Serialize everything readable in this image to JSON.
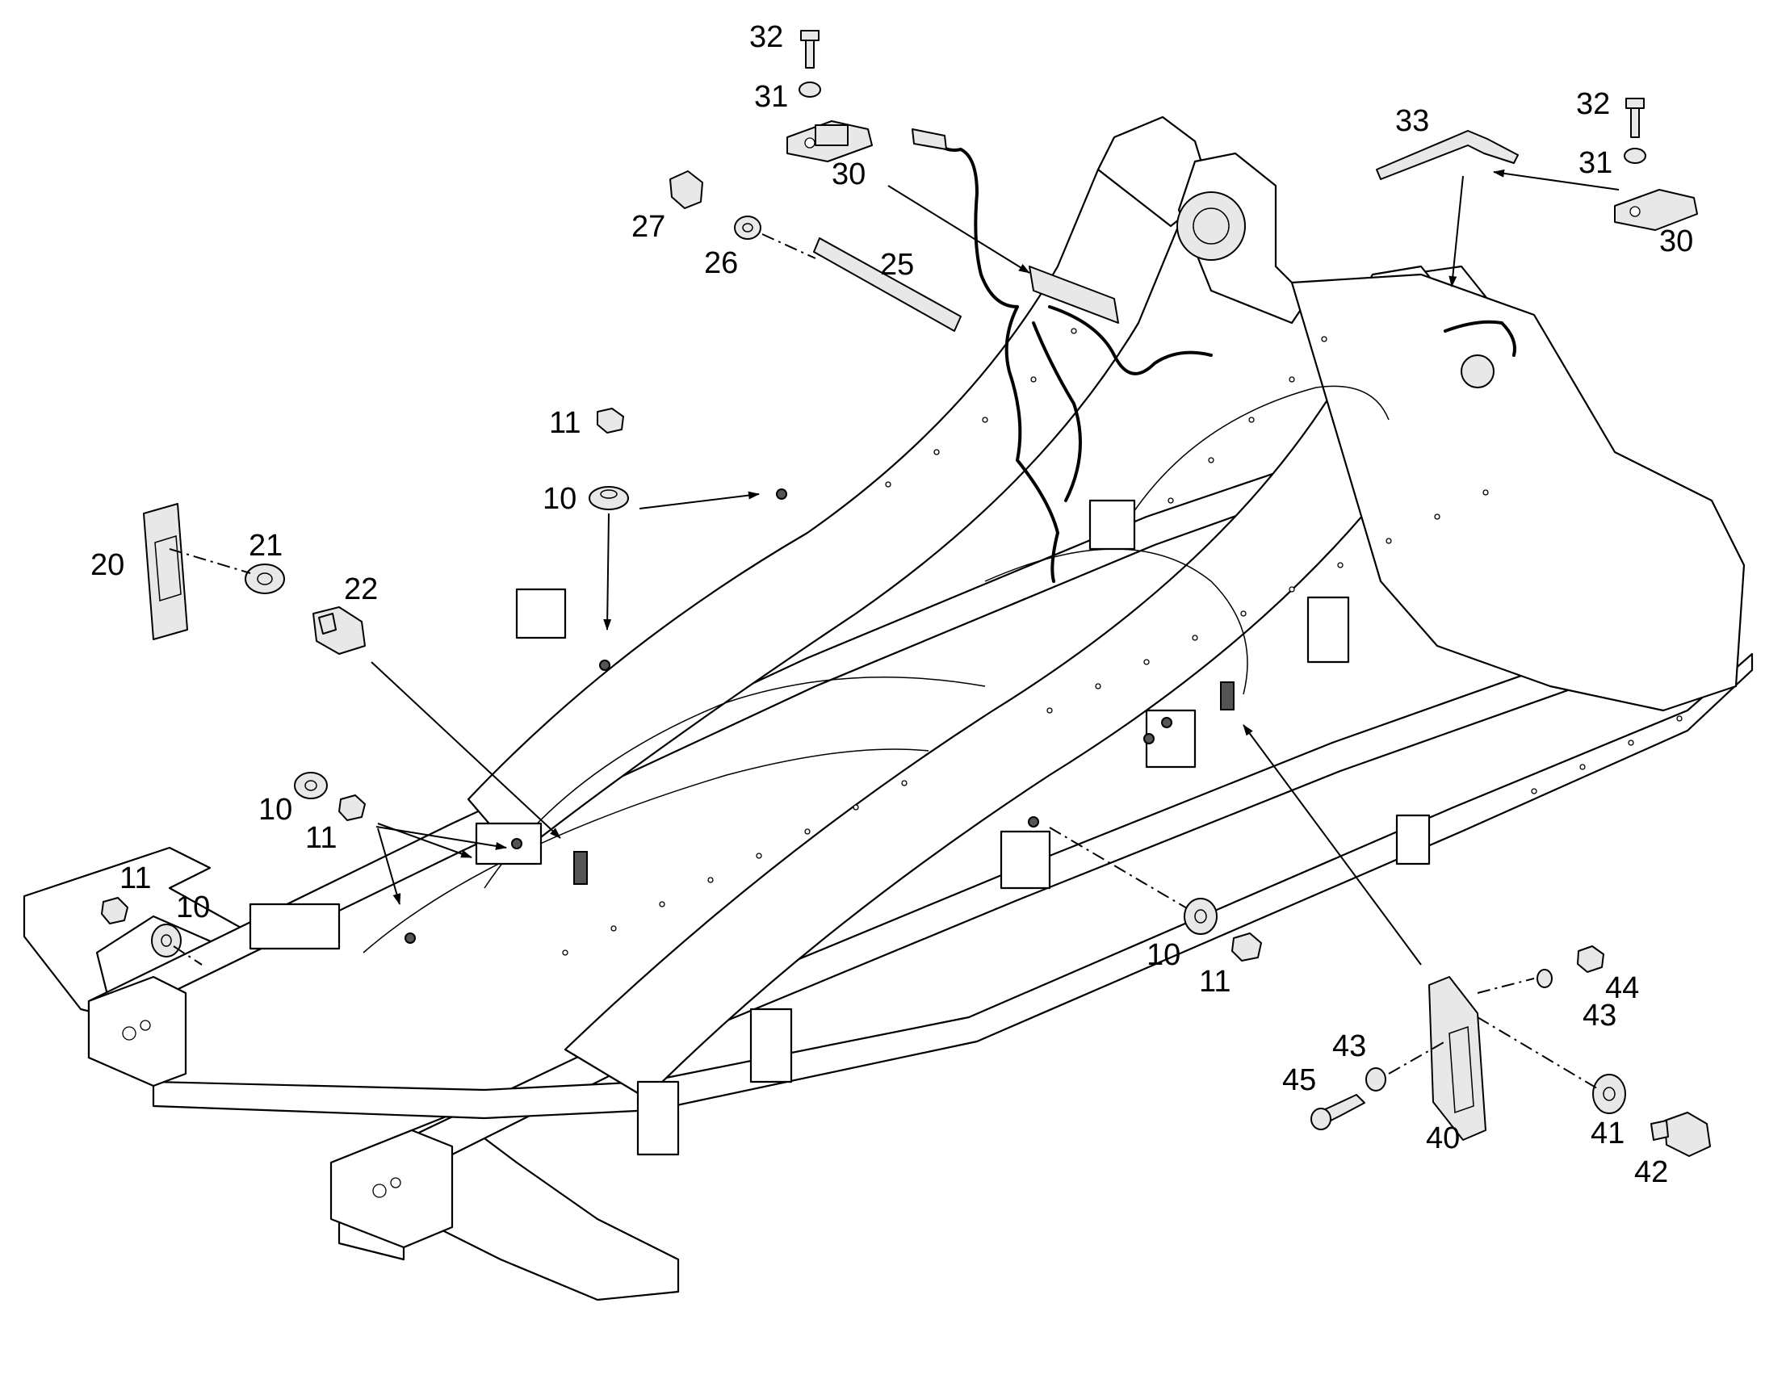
{
  "diagram": {
    "callouts": {
      "c32a": "32",
      "c31a": "31",
      "c30a": "30",
      "c27": "27",
      "c26": "26",
      "c25": "25",
      "c33": "33",
      "c32b": "32",
      "c31b": "31",
      "c30b": "30",
      "c11a": "11",
      "c10a": "10",
      "c20": "20",
      "c21": "21",
      "c22": "22",
      "c10b": "10",
      "c11b": "11",
      "c11c": "11",
      "c10c": "10",
      "c10d": "10",
      "c11d": "11",
      "c43a": "43",
      "c44": "44",
      "c43b": "43",
      "c45": "45",
      "c41": "41",
      "c42": "42",
      "c40": "40"
    }
  }
}
